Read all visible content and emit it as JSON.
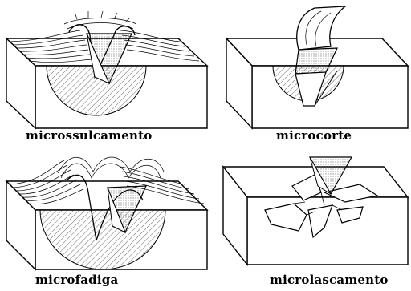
{
  "panels": [
    {
      "caption": "microssulcamento"
    },
    {
      "caption": "microcorte"
    },
    {
      "caption": "microfadiga"
    },
    {
      "caption": "microlascamento"
    }
  ]
}
